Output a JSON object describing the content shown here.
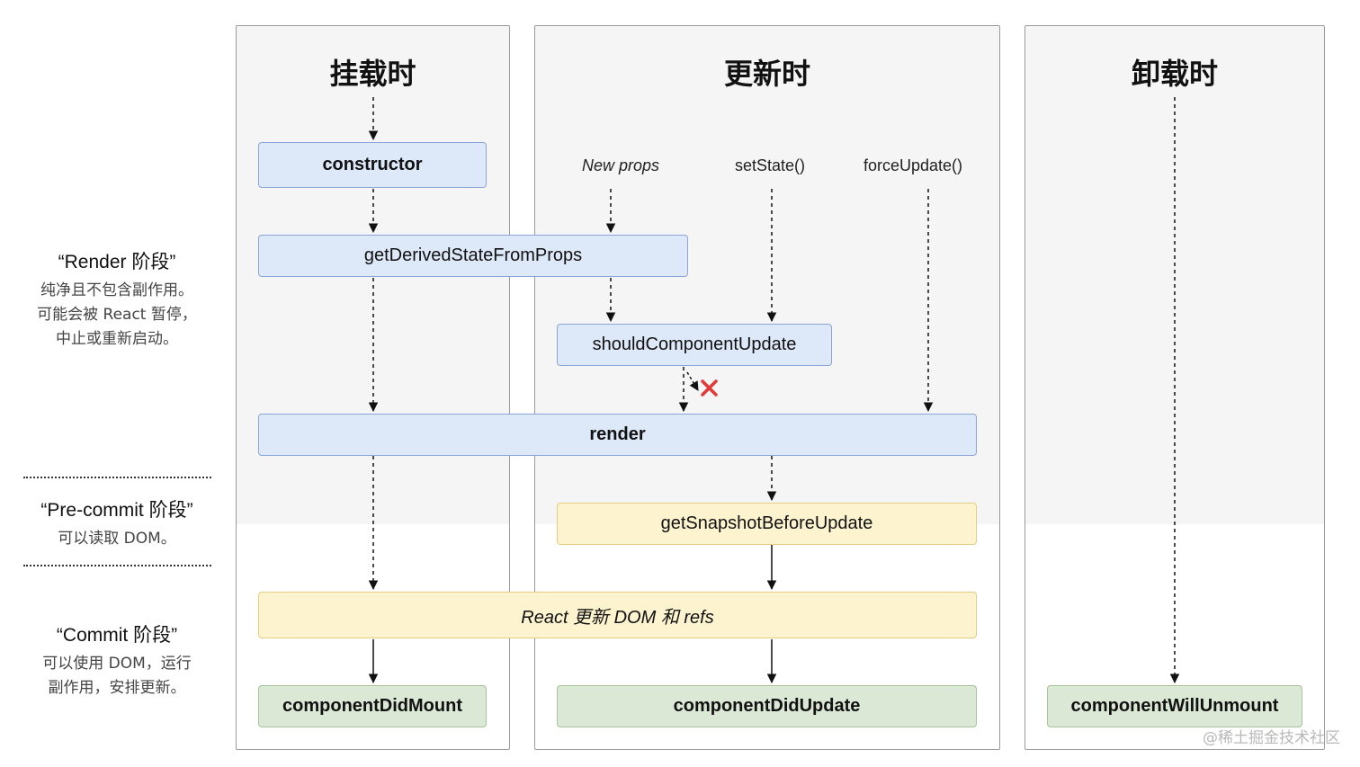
{
  "columns": {
    "mount": {
      "title": "挂载时"
    },
    "update": {
      "title": "更新时"
    },
    "unmount": {
      "title": "卸载时"
    }
  },
  "nodes": {
    "constructor": "constructor",
    "get_derived_state": "getDerivedStateFromProps",
    "should_update": "shouldComponentUpdate",
    "render": "render",
    "get_snapshot": "getSnapshotBeforeUpdate",
    "react_update_dom": "React 更新 DOM 和 refs",
    "did_mount": "componentDidMount",
    "did_update": "componentDidUpdate",
    "will_unmount": "componentWillUnmount"
  },
  "triggers": {
    "new_props": "New props",
    "set_state": "setState()",
    "force_update": "forceUpdate()"
  },
  "phases": {
    "render": {
      "title": "“Render 阶段”",
      "lines": [
        "纯净且不包含副作用。",
        "可能会被 React 暂停，",
        "中止或重新启动。"
      ]
    },
    "pre_commit": {
      "title": "“Pre-commit 阶段”",
      "lines": [
        "可以读取 DOM。"
      ]
    },
    "commit": {
      "title": "“Commit 阶段”",
      "lines": [
        "可以使用 DOM，运行",
        "副作用，安排更新。"
      ]
    }
  },
  "watermark": "@稀土掘金技术社区",
  "colors": {
    "render_phase_node": "#dde8f8",
    "precommit_node": "#fdf3cf",
    "commit_node": "#dbe8d5",
    "cancel_mark": "#e53935"
  }
}
